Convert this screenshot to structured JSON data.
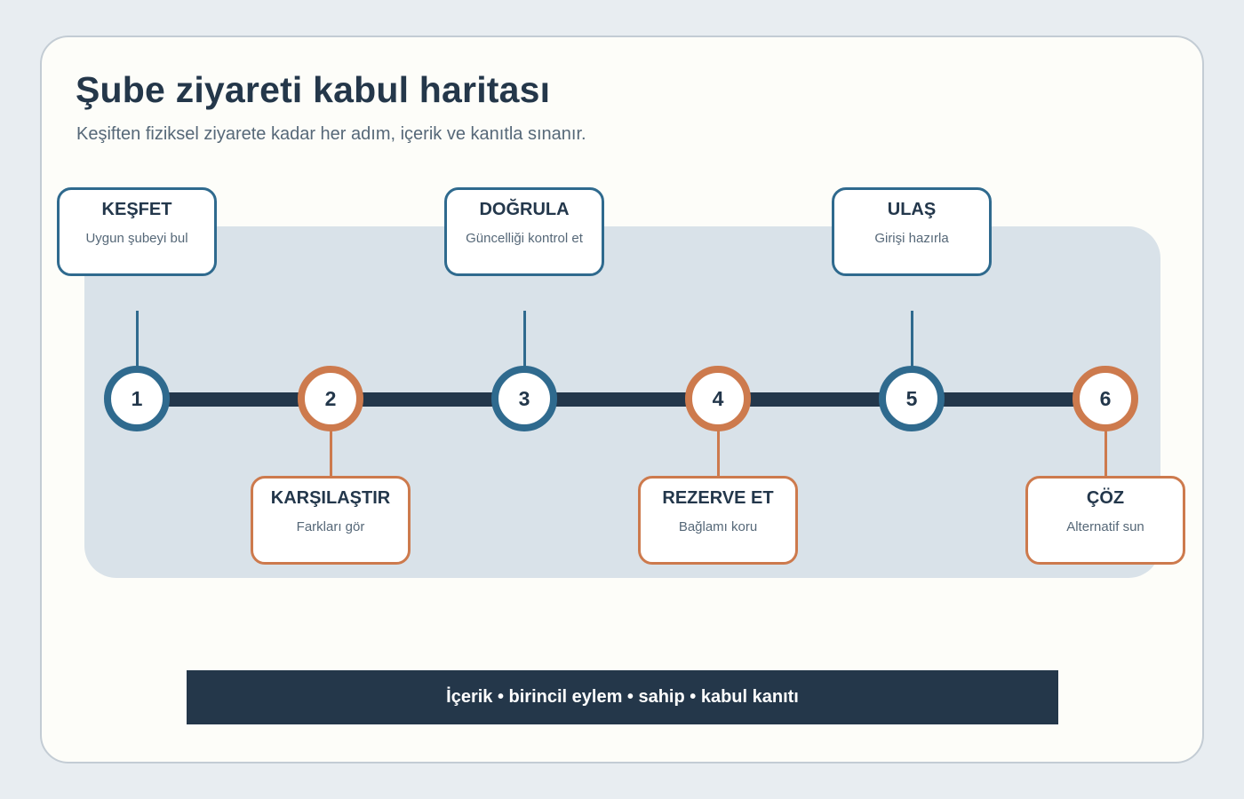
{
  "title": "Şube ziyareti kabul haritası",
  "subtitle": "Keşiften fiziksel ziyarete kadar her adım, içerik ve kanıtla sınanır.",
  "colors": {
    "blue": "#2f6a8e",
    "orange": "#cd7a4d",
    "navy": "#23374b"
  },
  "steps": [
    {
      "number": "1",
      "title": "KEŞFET",
      "desc": "Uygun şubeyi bul"
    },
    {
      "number": "2",
      "title": "KARŞILAŞTIR",
      "desc": "Farkları gör"
    },
    {
      "number": "3",
      "title": "DOĞRULA",
      "desc": "Güncelliği kontrol et"
    },
    {
      "number": "4",
      "title": "REZERVE ET",
      "desc": "Bağlamı koru"
    },
    {
      "number": "5",
      "title": "ULAŞ",
      "desc": "Girişi hazırla"
    },
    {
      "number": "6",
      "title": "ÇÖZ",
      "desc": "Alternatif sun"
    }
  ],
  "footer": "İçerik • birincil eylem • sahip • kabul kanıtı"
}
